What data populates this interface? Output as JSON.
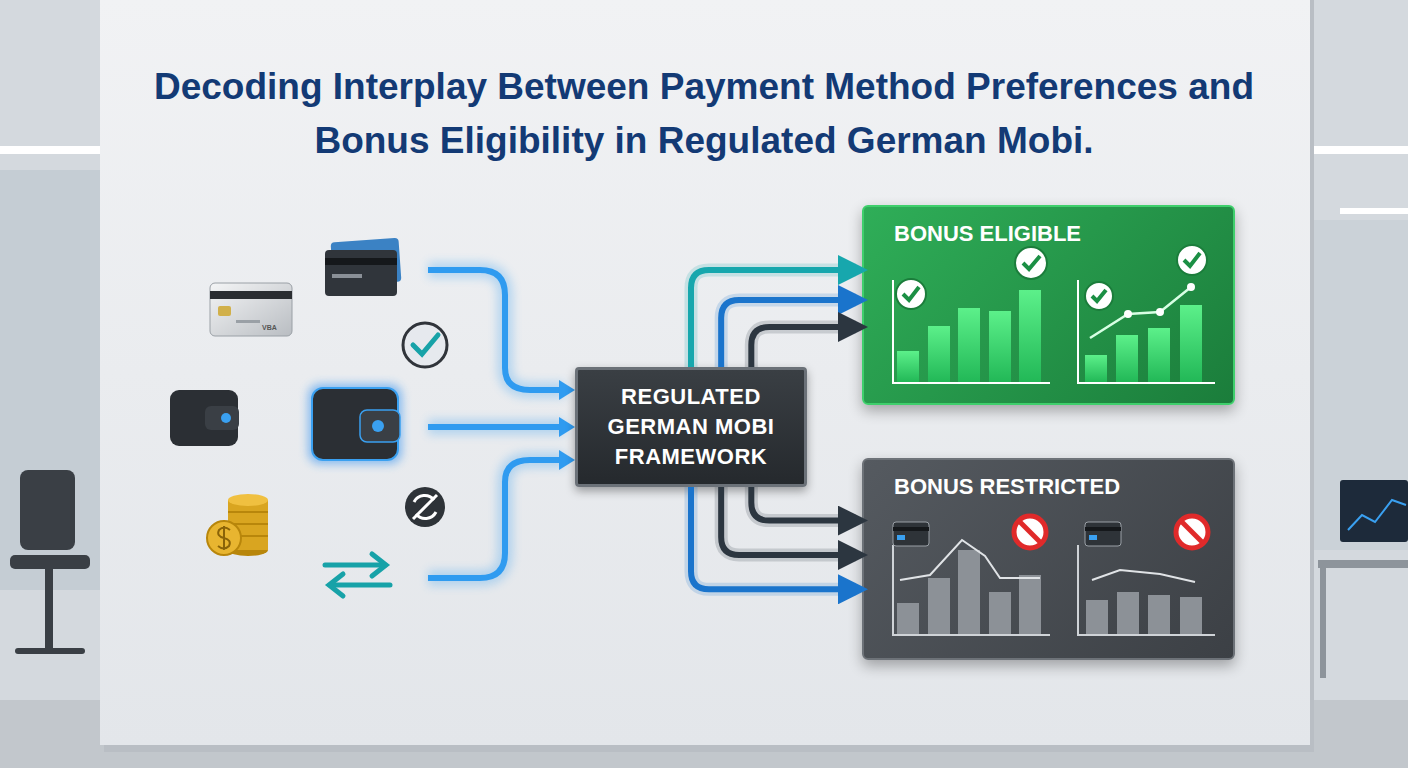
{
  "diagram": {
    "title": "Decoding Interplay Between Payment Method Preferences and Bonus Eligibility in Regulated German Mobi.",
    "nodes": [
      {
        "text": [
          "REGULATED GERMAN MOBI FRAMEWORK"
        ]
      },
      {
        "text": [
          "BONUS ELIGIBLE"
        ]
      },
      {
        "text": [
          "BONUS RESTRICTED"
        ]
      }
    ],
    "edges": [
      {
        "from": 0,
        "to": 1,
        "arrow": "to"
      },
      {
        "from": 0,
        "to": 1,
        "arrow": "to"
      },
      {
        "from": 0,
        "to": 1,
        "arrow": "to"
      },
      {
        "from": 0,
        "to": 2,
        "arrow": "to"
      },
      {
        "from": 0,
        "to": 2,
        "arrow": "to"
      },
      {
        "from": 0,
        "to": 2,
        "arrow": "to"
      }
    ],
    "labels": [
      "VBA"
    ]
  }
}
